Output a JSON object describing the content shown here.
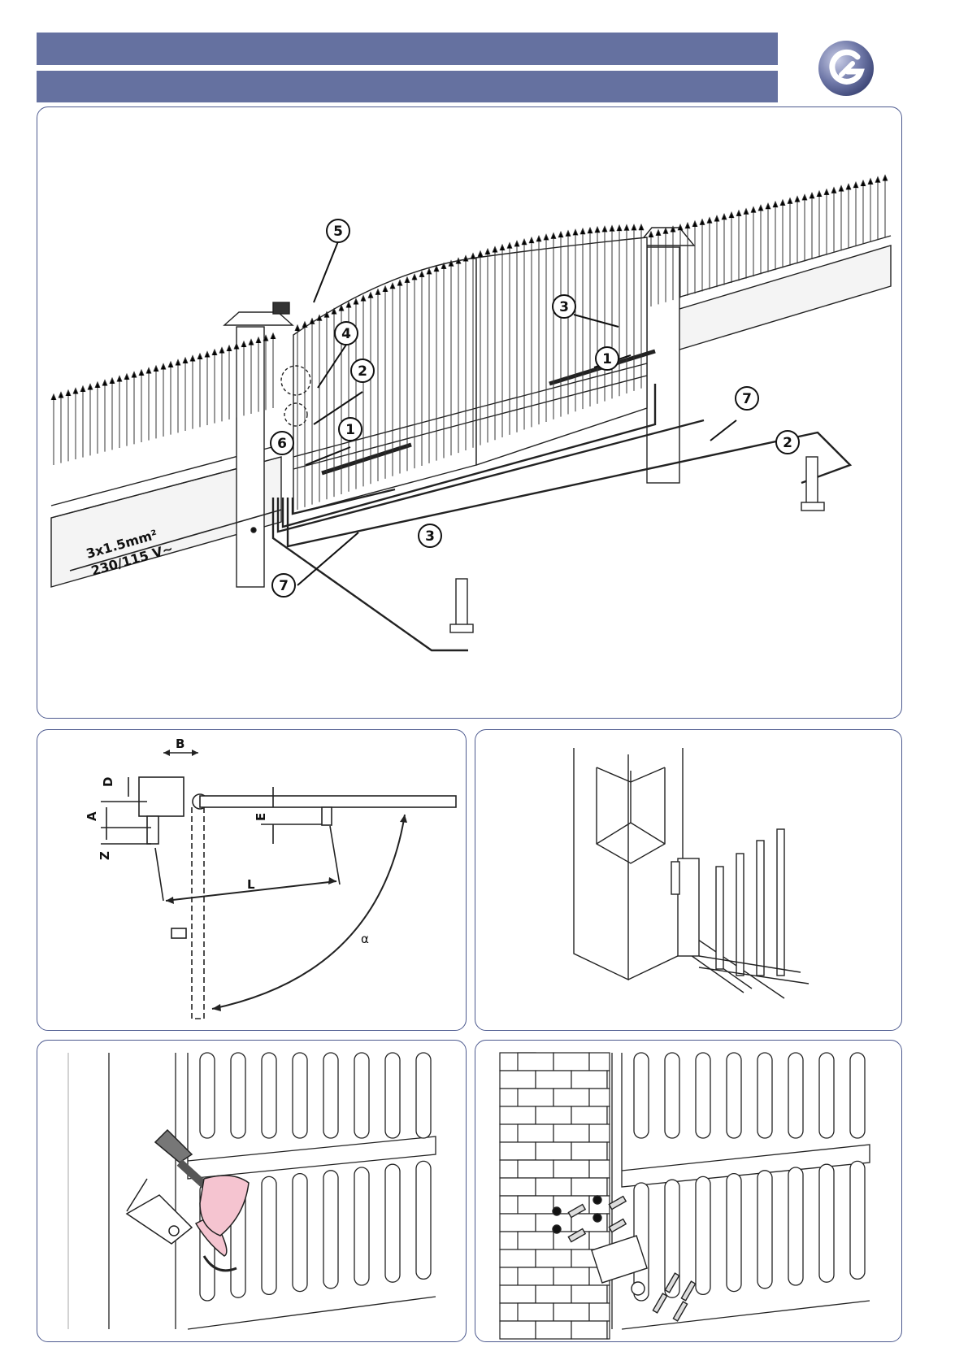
{
  "header": {
    "brand_color": "#6571a0",
    "logo_icon": "gate-brand-logo-icon"
  },
  "overview": {
    "callouts": [
      "1",
      "1",
      "2",
      "2",
      "3",
      "3",
      "4",
      "5",
      "6",
      "7",
      "7"
    ],
    "cable_spec_line1": "3x1.5mm²",
    "cable_spec_line2": "230/115 V~"
  },
  "geometry_diagram": {
    "labels": {
      "b": "B",
      "d": "D",
      "a": "A",
      "z": "Z",
      "e": "E",
      "l": "L",
      "alpha": "α"
    }
  },
  "panels": {
    "post_mount": "pillar-and-gate-frame-illustration",
    "welding": "welding-bracket-illustration",
    "anchoring": "wall-anchor-bracket-illustration"
  }
}
